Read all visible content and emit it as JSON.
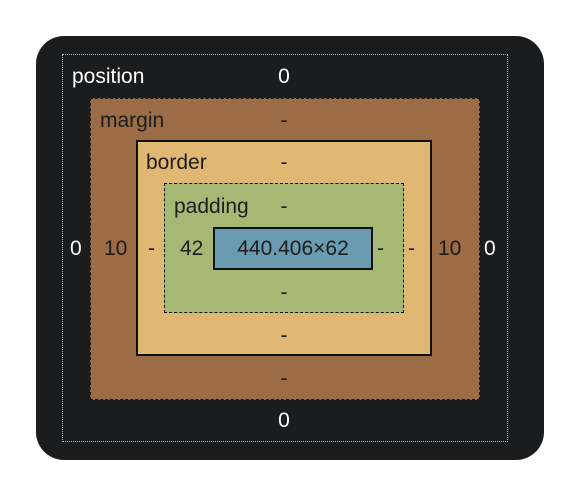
{
  "box_model": {
    "position": {
      "label": "position",
      "top": "0",
      "right": "0",
      "bottom": "0",
      "left": "0"
    },
    "margin": {
      "label": "margin",
      "top": "-",
      "right": "10",
      "bottom": "-",
      "left": "10"
    },
    "border": {
      "label": "border",
      "top": "-",
      "right": "-",
      "bottom": "-",
      "left": "-"
    },
    "padding": {
      "label": "padding",
      "top": "-",
      "right": "-",
      "bottom": "-",
      "left": "42"
    },
    "content": {
      "size": "440.406×62"
    }
  },
  "colors": {
    "panel_background": "#1b1c1e",
    "margin": "#9b6c45",
    "border": "#e0b874",
    "padding": "#a5b874",
    "content": "#6b9bb1"
  }
}
